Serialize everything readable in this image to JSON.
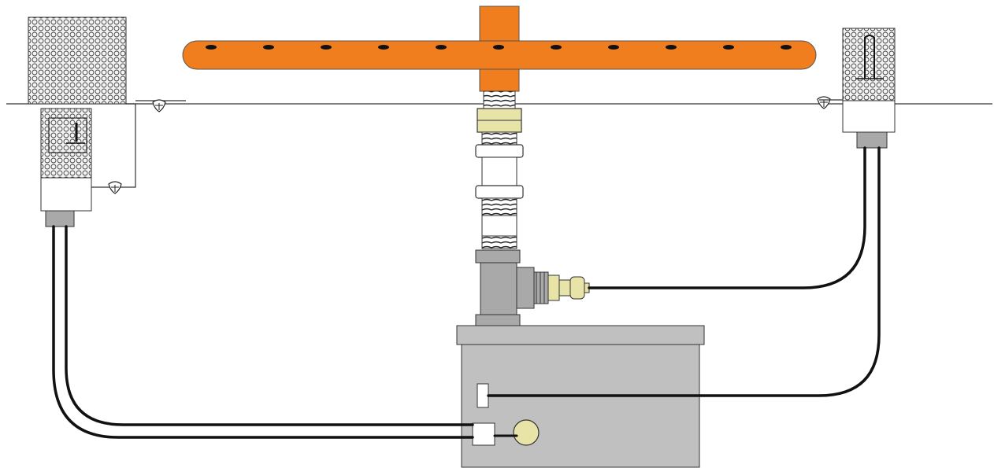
{
  "diagram": {
    "type": "fountain-plumbing-schematic",
    "labels": [],
    "colors": {
      "background": "#ffffff",
      "pipe_orange": "#f07d1e",
      "pipe_outline": "#555555",
      "pvc_white": "#ffffff",
      "fitting_gray": "#a9a9a9",
      "box_gray": "#c0c0c0",
      "brass": "#e8e4a8",
      "cable": "#111111",
      "water_line": "#333333",
      "mesh_fill": "#f4f4f4"
    },
    "components": {
      "spray_bar": {
        "nozzle_count": 11
      },
      "water_line": {
        "present": true
      },
      "float_switches": 3,
      "control_box": {
        "sockets": 2,
        "cable_gland": 1
      }
    }
  }
}
